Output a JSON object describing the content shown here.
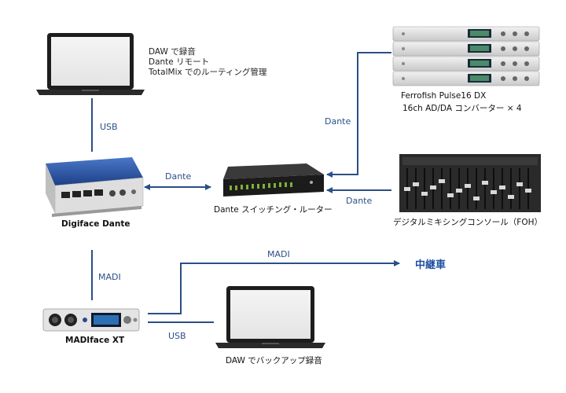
{
  "laptop_top": {
    "notes": [
      "DAW で録音",
      "Dante リモート",
      "TotalMix でのルーティング管理"
    ]
  },
  "laptop_bottom": {
    "label": "DAW でバックアップ録音"
  },
  "ferrofish": {
    "name": "Ferrofish Pulse16 DX",
    "desc": "16ch AD/DA コンバーター × 4"
  },
  "digiface": {
    "name": "Digiface Dante"
  },
  "switch": {
    "name": "Dante スイッチング・ルーター"
  },
  "console": {
    "name": "デジタルミキシングコンソール（FOH）"
  },
  "madiface": {
    "name": "MADIface XT"
  },
  "destination": {
    "label": "中継車"
  },
  "connections": {
    "usb_top": "USB",
    "madi_vertical": "MADI",
    "dante_digiface_switch": "Dante",
    "dante_ferrofish": "Dante",
    "dante_console": "Dante",
    "madi_out": "MADI",
    "usb_bottom": "USB"
  },
  "colors": {
    "line": "#2b4f86",
    "destination": "#1d4fa3"
  }
}
